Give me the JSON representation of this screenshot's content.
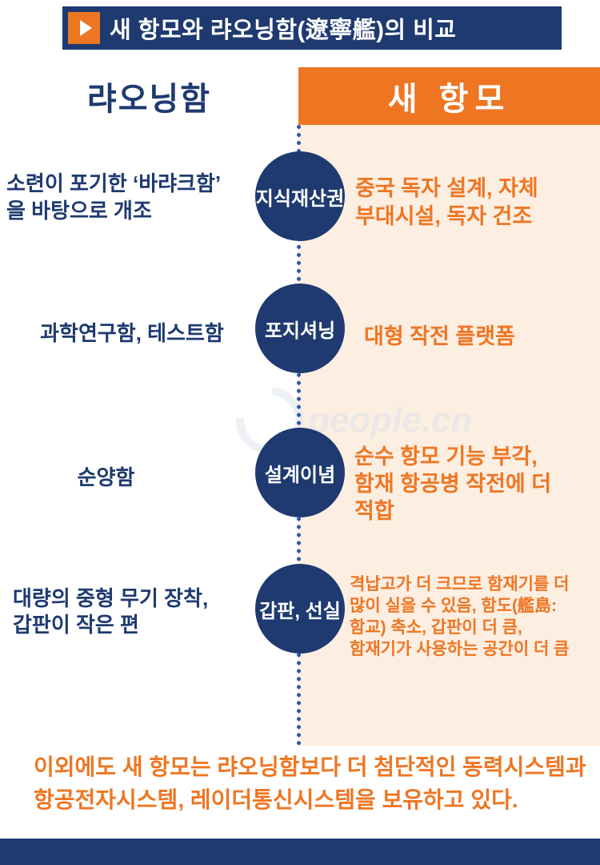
{
  "colors": {
    "navy": "#1e3a70",
    "orange": "#ee7623",
    "peach": "#fdeee2",
    "divider": "#2b57a7"
  },
  "icons": {
    "header": "play-icon",
    "watermark": "people-cn-logo"
  },
  "header": {
    "title": "새 항모와 랴오닝함(遼寧艦)의 비교"
  },
  "columns": {
    "left": "랴오닝함",
    "right": "새 항모"
  },
  "rows": [
    {
      "category": "지식재산권",
      "left": "소련이 포기한 ‘바랴크함’\n을 바탕으로 개조",
      "right": "중국 독자 설계, 자체\n부대시설, 독자 건조"
    },
    {
      "category": "포지셔닝",
      "left": "과학연구함, 테스트함",
      "right": "대형 작전 플랫폼"
    },
    {
      "category": "설계이념",
      "left": "순양함",
      "right": "순수 항모 기능 부각,\n함재 항공병 작전에 더\n적합"
    },
    {
      "category": "갑판, 선실",
      "left": "대량의 중형 무기 장착,\n갑판이 작은 편",
      "right": "격납고가 더 크므로 함재기를 더\n많이 실을 수 있음, 함도(艦島:\n함교) 축소, 갑판이 더 큼,\n함재기가 사용하는 공간이 더 큼"
    }
  ],
  "footer": {
    "note": "이외에도 새 항모는 랴오닝함보다 더 첨단적인 동력시스템과\n항공전자시스템, 레이더통신시스템을 보유하고 있다."
  },
  "watermark": "people.cn"
}
